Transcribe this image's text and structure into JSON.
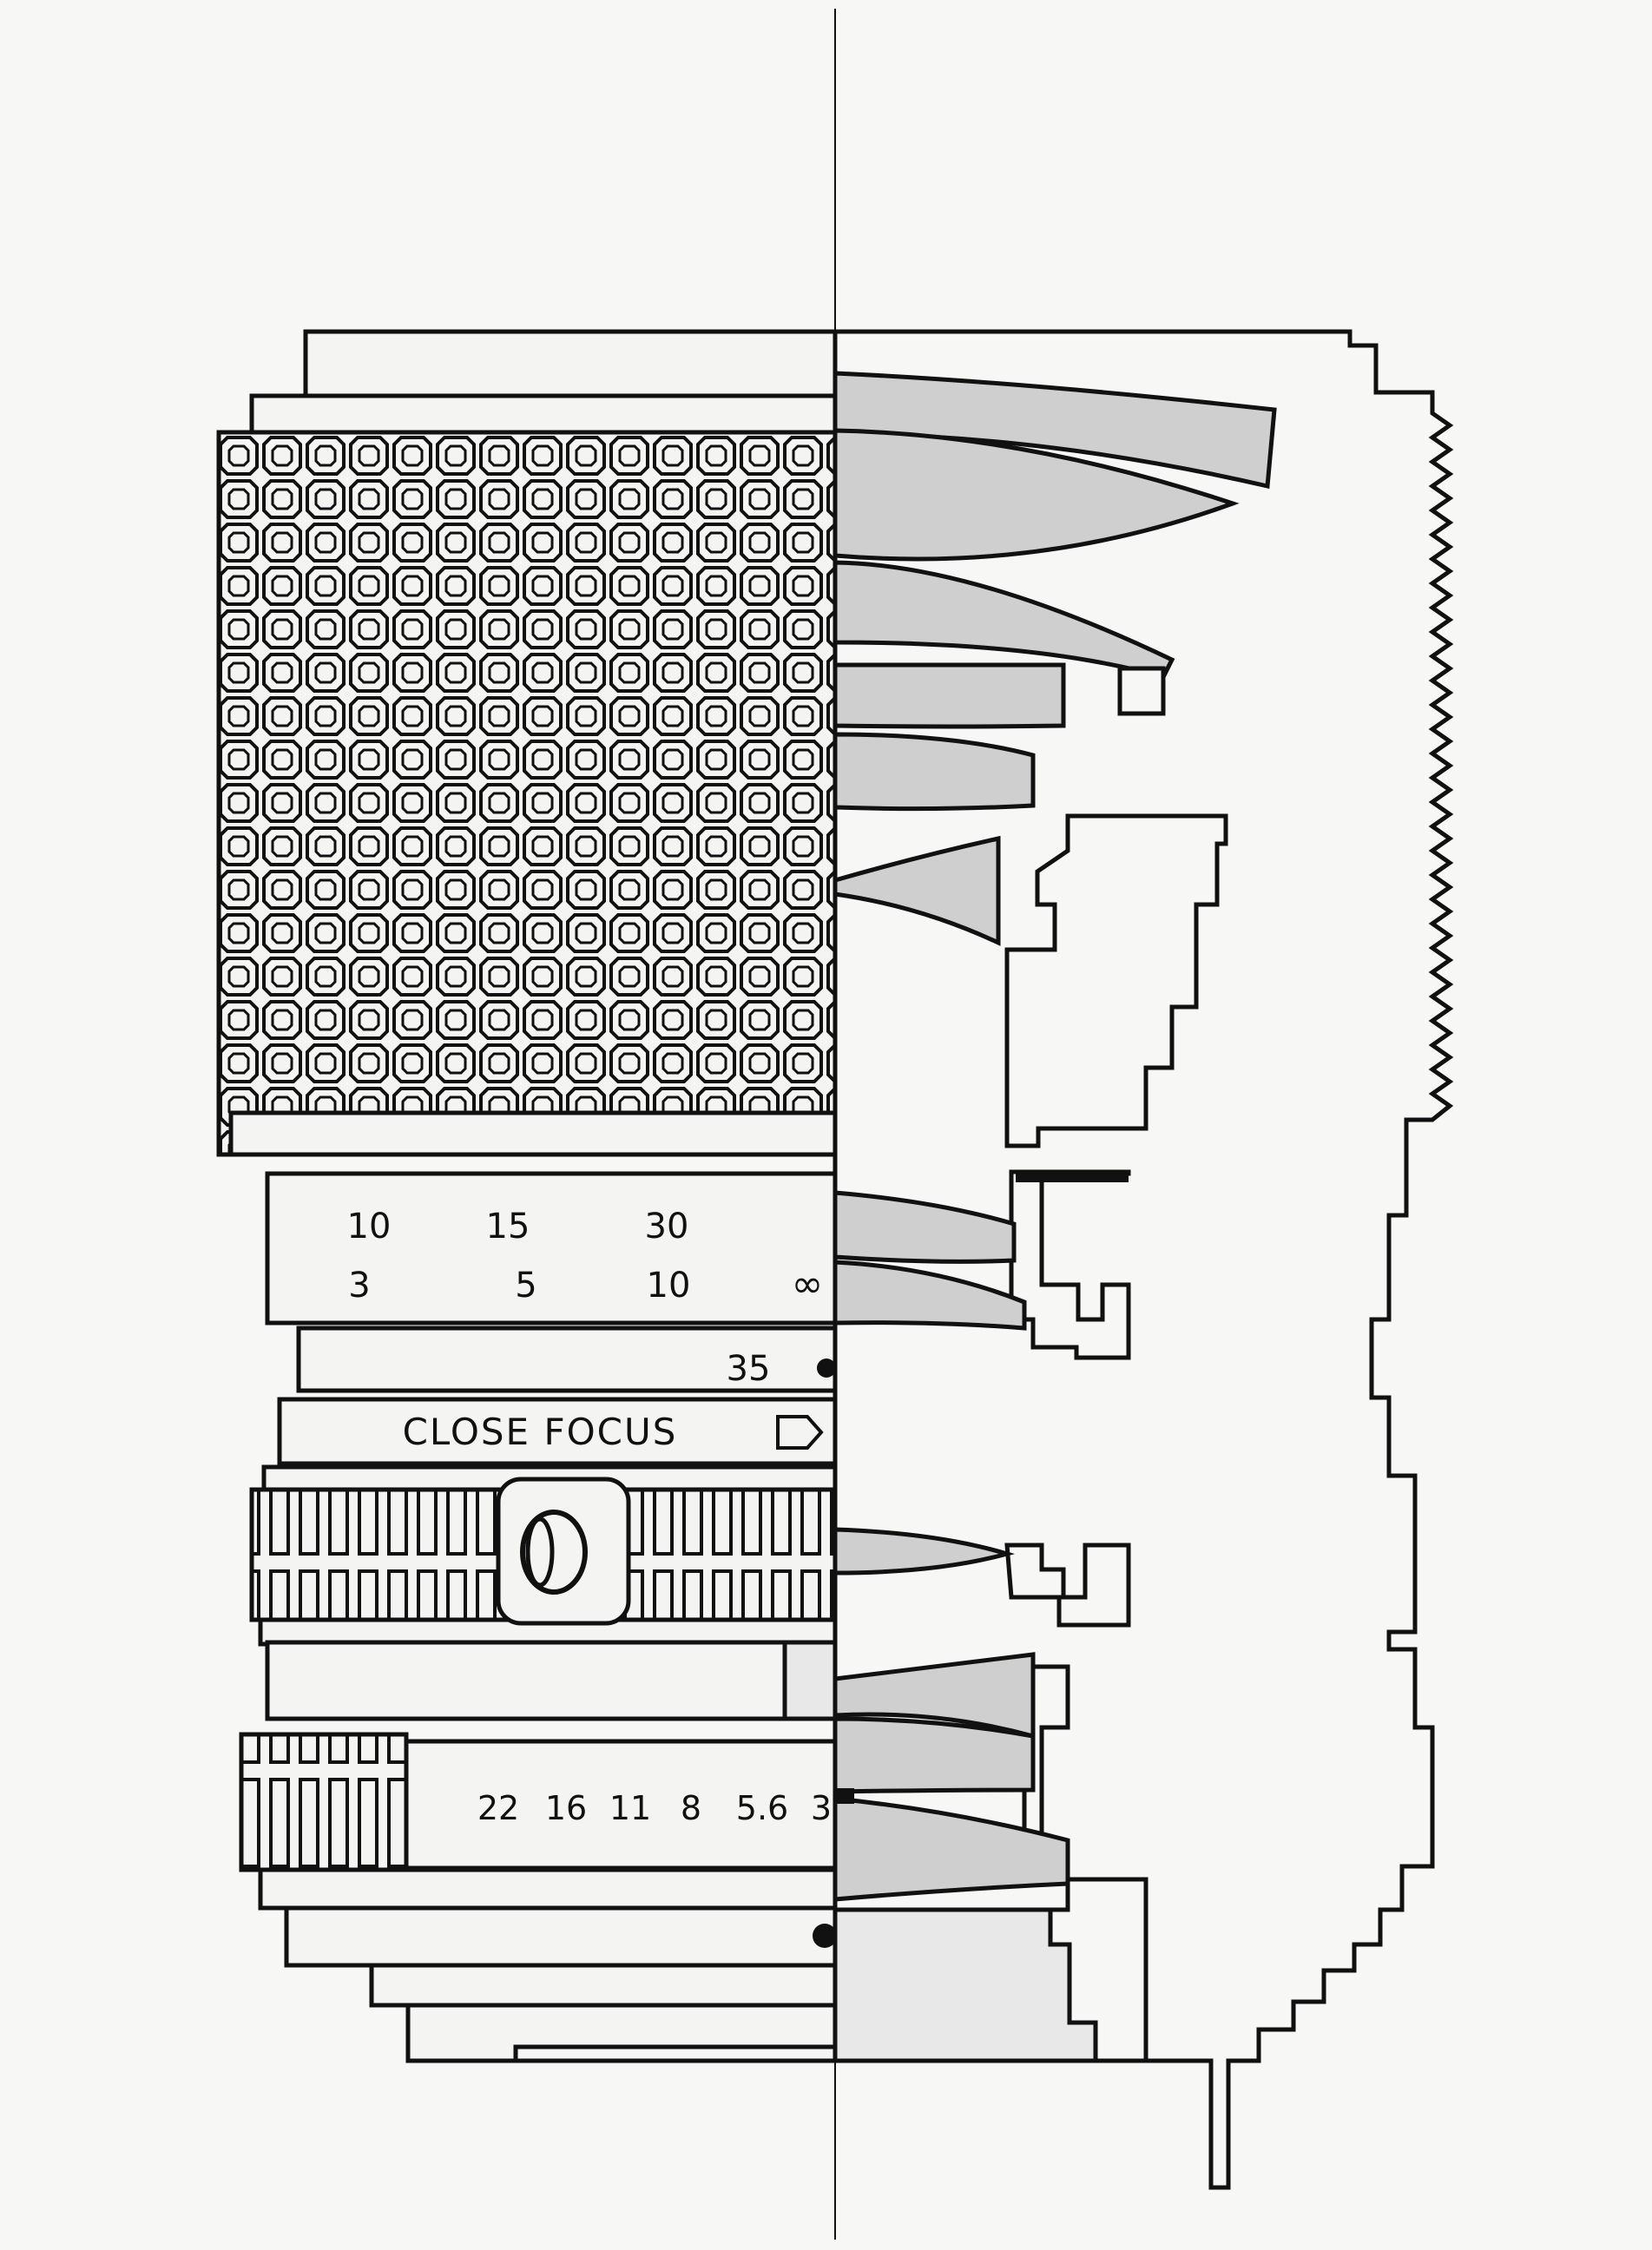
{
  "diagram": {
    "colors": {
      "paper": "#f7f7f5",
      "ink": "#111111",
      "lens_element": "#cfcfcf",
      "shade": "#e8e8e8"
    },
    "distance_scale": {
      "feet": [
        "10",
        "15",
        "30"
      ],
      "meters": [
        "3",
        "5",
        "10"
      ],
      "infinity_symbol": "∞"
    },
    "focal_index": "35",
    "close_focus_label": "CLOSE FOCUS",
    "aperture_scale": [
      "22",
      "16",
      "11",
      "8",
      "5.6",
      "3"
    ]
  }
}
